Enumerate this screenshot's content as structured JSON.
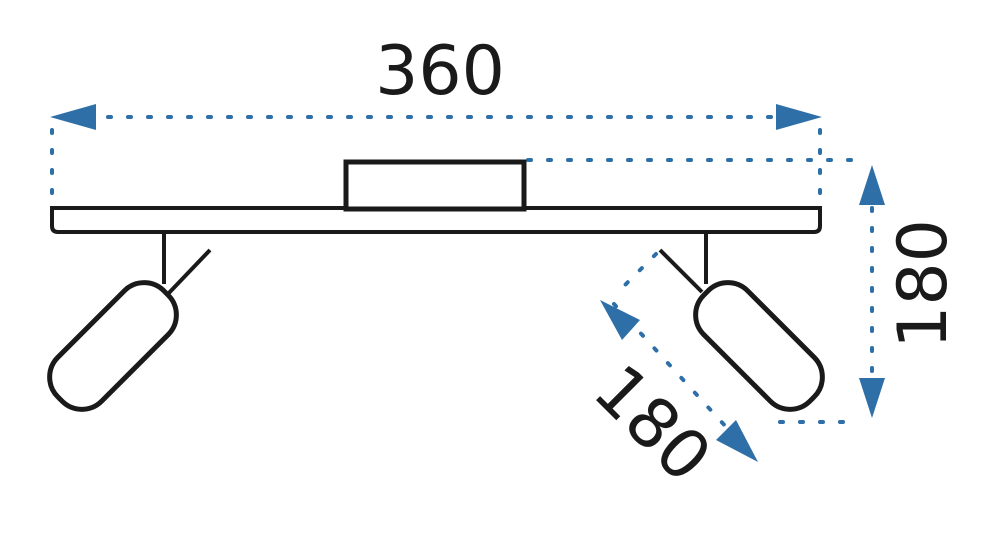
{
  "dimensions": {
    "width": "360",
    "height": "180",
    "spot_length": "180"
  },
  "colors": {
    "outline": "#1a1a1a",
    "dimension": "#2e6fa8"
  }
}
